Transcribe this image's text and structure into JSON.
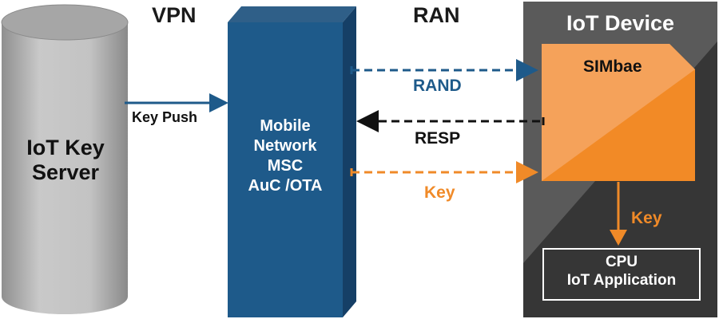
{
  "headers": {
    "vpn": "VPN",
    "ran": "RAN",
    "device_title": "IoT Device"
  },
  "server": {
    "line1": "IoT Key",
    "line2": "Server"
  },
  "network": {
    "line1": "Mobile",
    "line2": "Network",
    "line3": "MSC",
    "line4": "AuC /OTA"
  },
  "links": {
    "key_push": "Key Push",
    "rand": "RAND",
    "resp": "RESP",
    "key_to_sim": "Key",
    "key_to_cpu": "Key"
  },
  "sim": {
    "label": "SIMbae"
  },
  "cpu": {
    "line1": "CPU",
    "line2": "IoT Application"
  },
  "colors": {
    "server_gray": "#c8c8c8",
    "network_blue": "#1e5a8a",
    "rand_blue": "#1e5a8a",
    "resp_black": "#111111",
    "key_orange": "#f08a28",
    "device_dark": "#333333",
    "device_mid": "#5a5a5a"
  }
}
